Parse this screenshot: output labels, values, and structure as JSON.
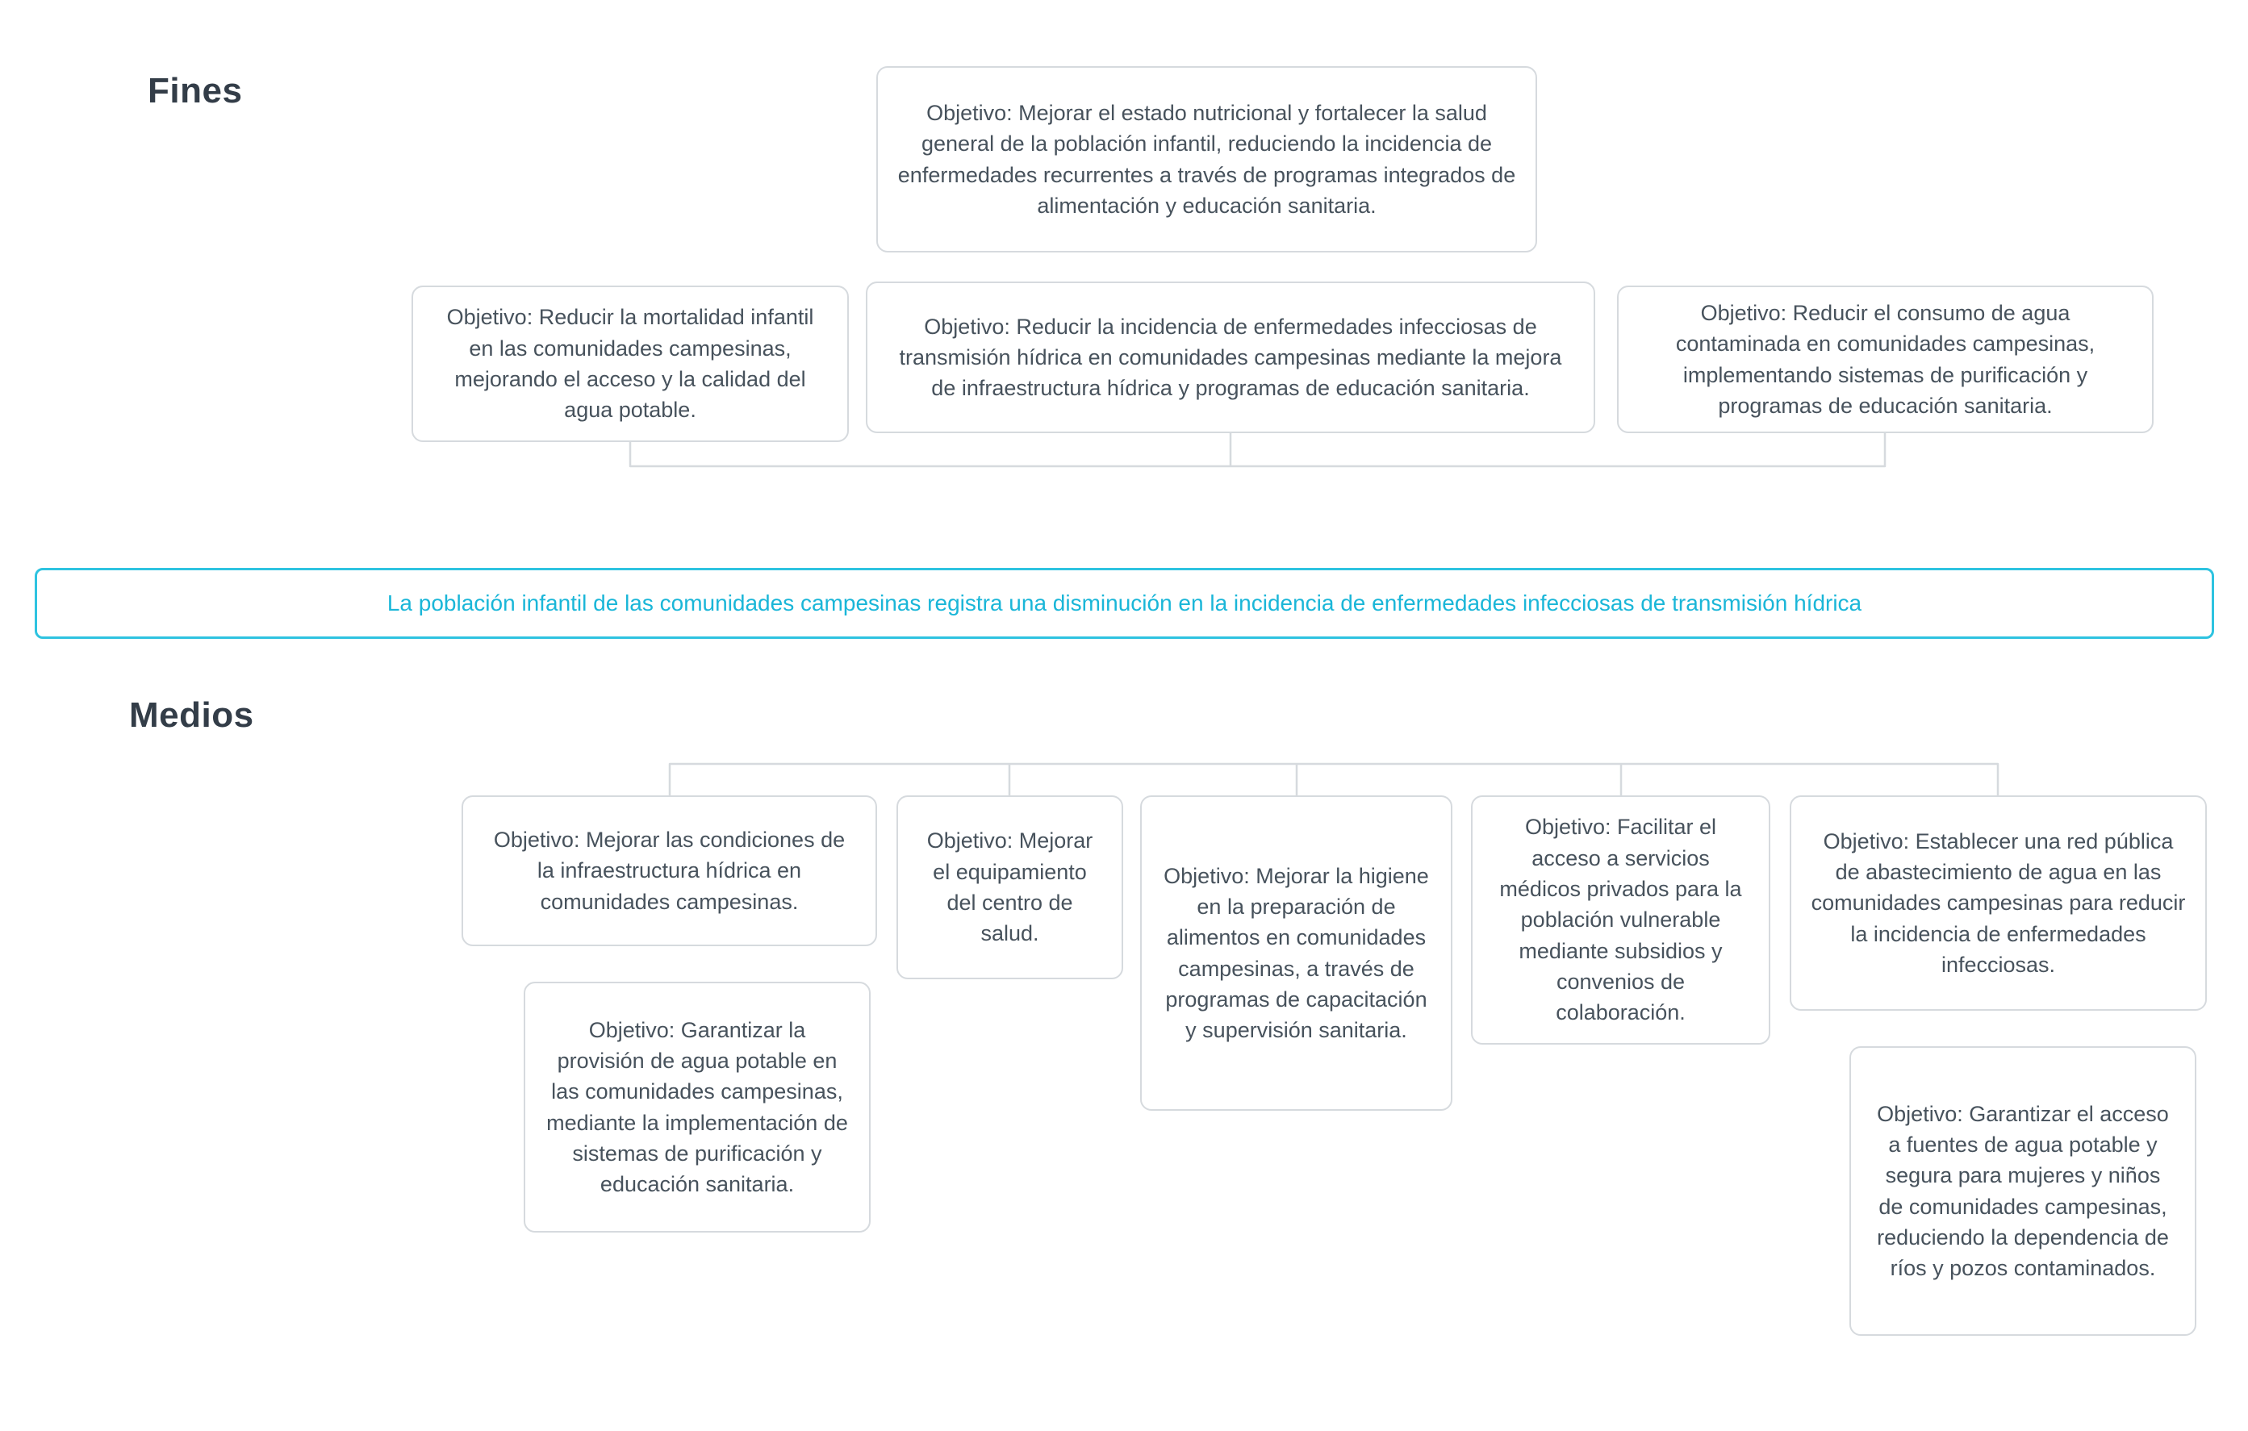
{
  "headings": {
    "fines": "Fines",
    "medios": "Medios"
  },
  "colors": {
    "accent_border": "#2ec3e0",
    "accent_text": "#1ab6d8",
    "node_border": "#d6dade",
    "node_text": "#47525c",
    "heading_text": "#333d48"
  },
  "fines": {
    "root": "Objetivo: Mejorar el estado nutricional y fortalecer la salud general de la población infantil, reduciendo la incidencia de enfermedades recurrentes a través de programas integrados de alimentación y educación sanitaria.",
    "children": [
      "Objetivo: Reducir la mortalidad infantil en las comunidades campesinas, mejorando el acceso y la calidad del agua potable.",
      "Objetivo: Reducir la incidencia de enfermedades infecciosas de transmisión hídrica en comunidades campesinas mediante la mejora de infraestructura hídrica y programas de educación sanitaria.",
      "Objetivo: Reducir el consumo de agua contaminada en comunidades campesinas, implementando sistemas de purificación y programas de educación sanitaria."
    ]
  },
  "central_statement": "La población infantil de las comunidades campesinas registra una disminución en la incidencia de enfermedades infecciosas de transmisión hídrica",
  "medios": {
    "children": [
      "Objetivo: Mejorar las condiciones de la infraestructura hídrica en comunidades campesinas.",
      "Objetivo: Mejorar el equipamiento del centro de salud.",
      "Objetivo: Mejorar la higiene en la preparación de alimentos en comunidades campesinas, a través de programas de capacitación y supervisión sanitaria.",
      "Objetivo: Facilitar el acceso a servicios médicos privados para la población vulnerable mediante subsidios y convenios de colaboración.",
      "Objetivo: Establecer una red pública de abastecimiento de agua en las comunidades campesinas para reducir la incidencia de enfermedades infecciosas."
    ],
    "sub_left": "Objetivo: Garantizar la provisión de agua potable en las comunidades campesinas, mediante la implementación de sistemas de purificación y educación sanitaria.",
    "sub_right": "Objetivo: Garantizar el acceso a fuentes de agua potable y segura para mujeres y niños de comunidades campesinas, reduciendo la dependencia de ríos y pozos contaminados."
  }
}
